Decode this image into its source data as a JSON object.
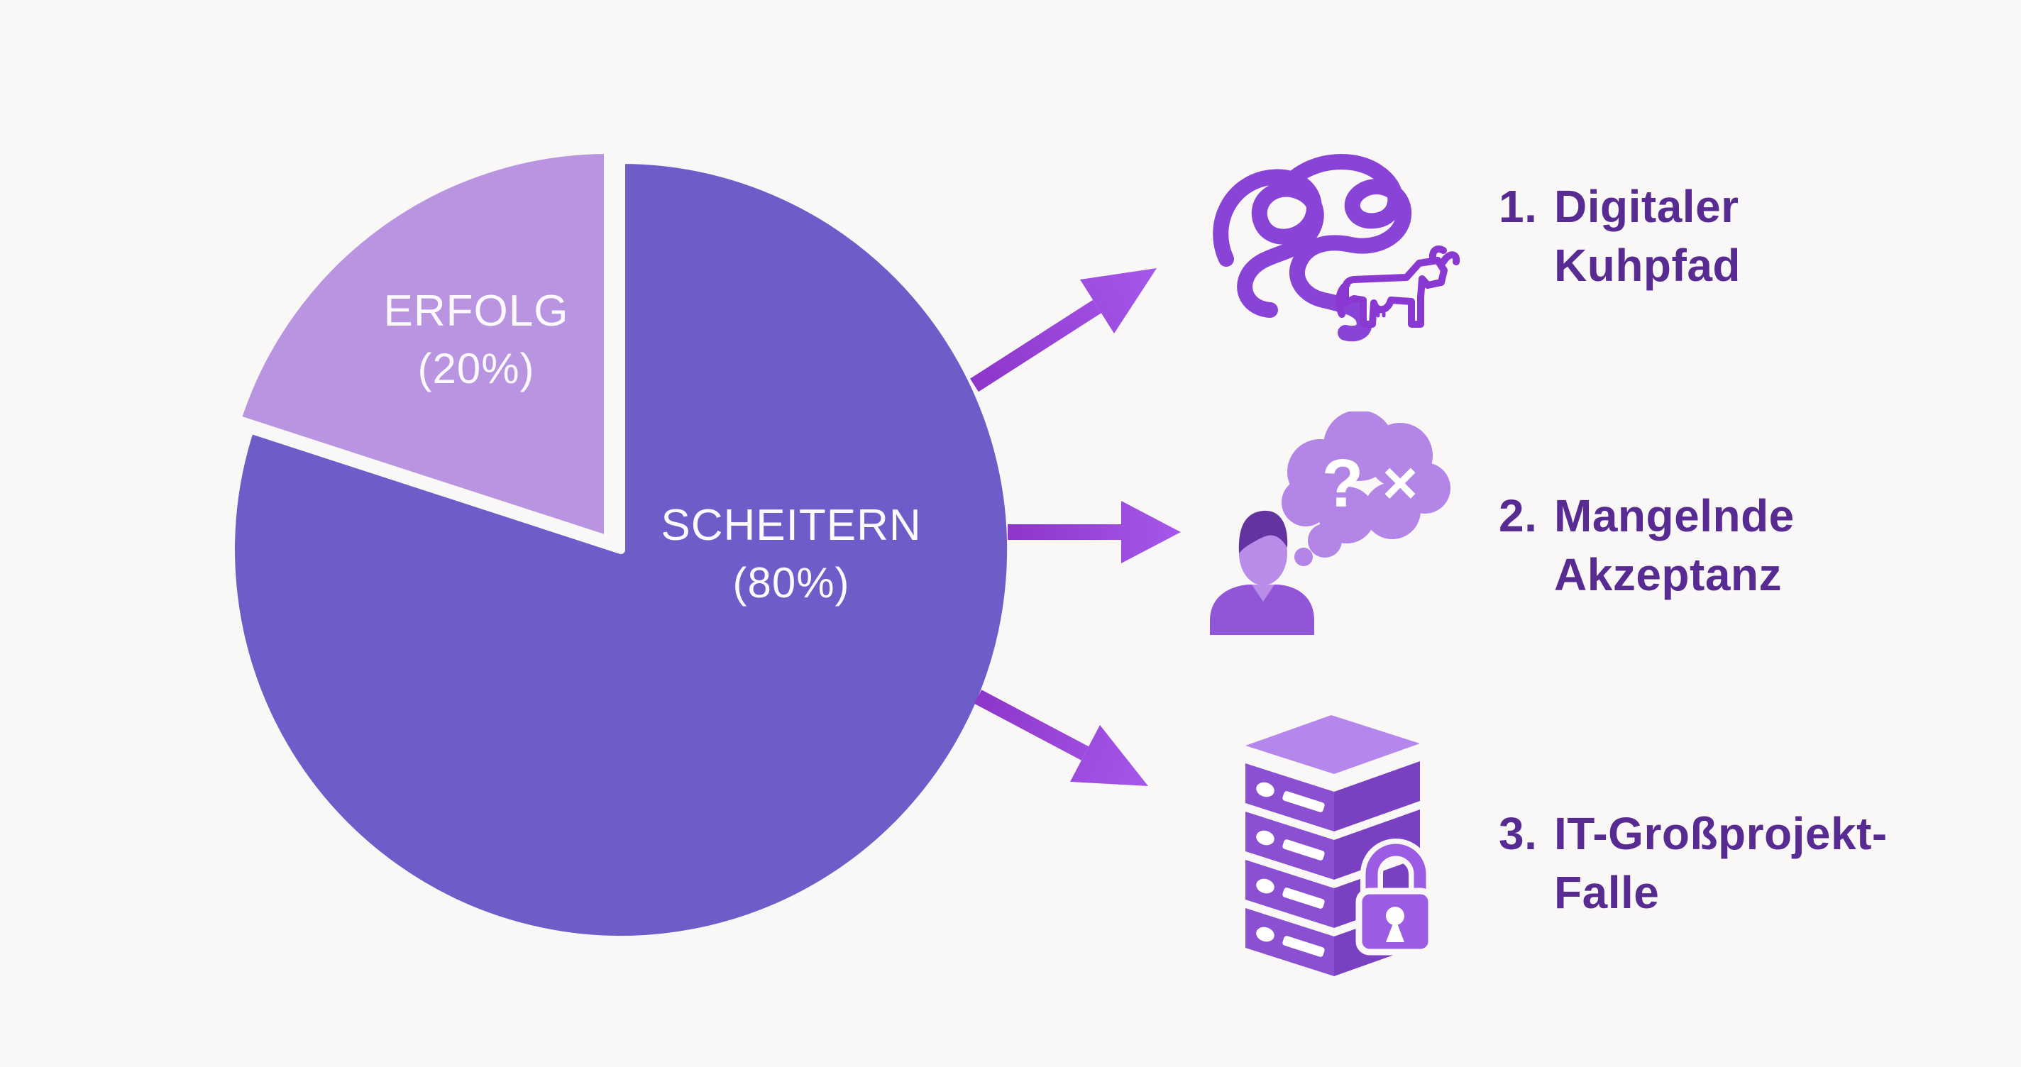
{
  "chart_data": {
    "type": "pie",
    "title": "",
    "slices": [
      {
        "label": "ERFOLG",
        "value": 20,
        "value_label": "(20%)",
        "color": "#b894e1",
        "exploded": true
      },
      {
        "label": "SCHEITERN",
        "value": 80,
        "value_label": "(80%)",
        "color": "#6e5cc9",
        "exploded": false
      }
    ],
    "start_angle_deg": 90,
    "notes": "ERFOLG wedge spans 72deg counterclockwise from 12 o'clock, exploded up-left; labels inside slices; three callout arrows from SCHEITERN slice"
  },
  "reasons": [
    {
      "number": "1.",
      "line1": "Digitaler",
      "line2": "Kuhpfad",
      "icon": "tangled-path-and-cow"
    },
    {
      "number": "2.",
      "line1": "Mangelnde",
      "line2": "Akzeptanz",
      "icon": "person-with-doubt-thought-bubble"
    },
    {
      "number": "3.",
      "line1": "IT-Großprojekt-",
      "line2": "Falle",
      "icon": "server-stack-with-padlock"
    }
  ],
  "bubble": {
    "question_mark": "?",
    "cross": "×"
  },
  "colors": {
    "background": "#faf8f6",
    "pie_dark": "#6e5cc9",
    "pie_light": "#b894e1",
    "pie_label_text": "#fcf9ff",
    "reason_text": "#572b92",
    "arrow_start": "#8d36c9",
    "arrow_end": "#a558ea",
    "icon_stroke": "#8a43d7",
    "bubble_fill": "#b285e7",
    "person_shirt": "#9156d8",
    "person_face": "#b98ce9",
    "person_hair": "#63339f",
    "server_front": "#8b4fd1",
    "server_top": "#b587ec",
    "server_side": "#7a40c2",
    "lock_fill": "#9b5ce3"
  }
}
